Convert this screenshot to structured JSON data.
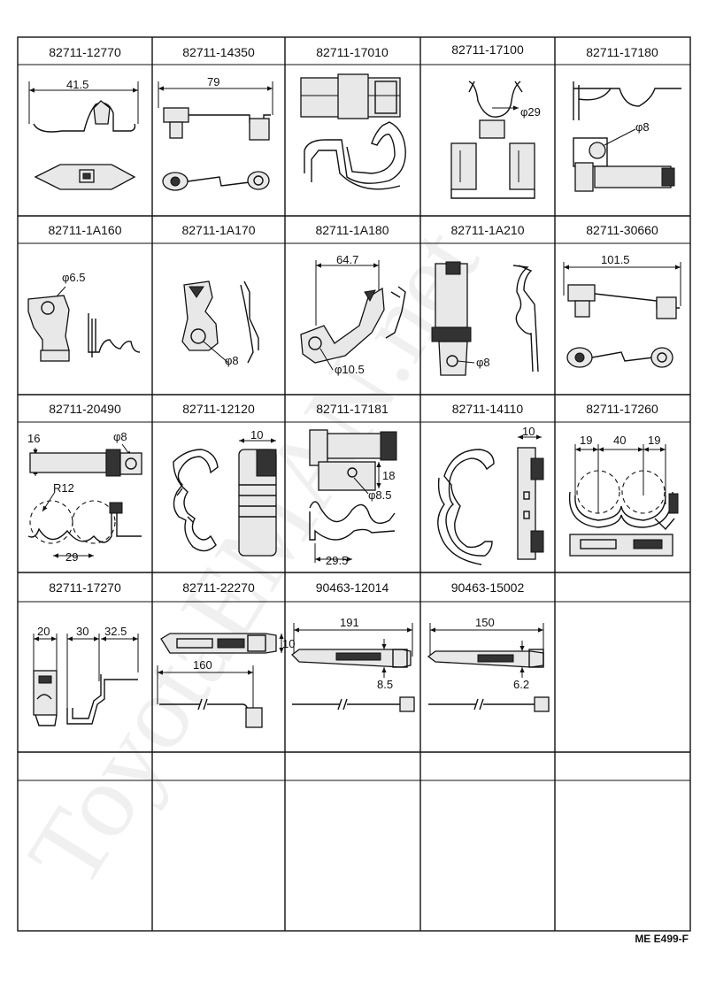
{
  "watermark": "ToyotaEMAN.net",
  "diagram_code": "ME  E499-F",
  "cells": [
    {
      "part": "82711-12770",
      "dims": [
        "41.5"
      ]
    },
    {
      "part": "82711-14350",
      "dims": [
        "79"
      ]
    },
    {
      "part": "82711-17010",
      "dims": []
    },
    {
      "part": "82711-17100",
      "dims": [
        "φ29"
      ]
    },
    {
      "part": "82711-17180",
      "dims": [
        "φ8"
      ]
    },
    {
      "part": "82711-1A160",
      "dims": [
        "φ6.5"
      ]
    },
    {
      "part": "82711-1A170",
      "dims": [
        "φ8"
      ]
    },
    {
      "part": "82711-1A180",
      "dims": [
        "64.7",
        "φ10.5"
      ]
    },
    {
      "part": "82711-1A210",
      "dims": [
        "φ8"
      ]
    },
    {
      "part": "82711-30660",
      "dims": [
        "101.5"
      ]
    },
    {
      "part": "82711-20490",
      "dims": [
        "16",
        "φ8",
        "R12",
        "29"
      ]
    },
    {
      "part": "82711-12120",
      "dims": [
        "10"
      ]
    },
    {
      "part": "82711-17181",
      "dims": [
        "18",
        "φ8.5",
        "29.5"
      ]
    },
    {
      "part": "82711-14110",
      "dims": [
        "10"
      ]
    },
    {
      "part": "82711-17260",
      "dims": [
        "19",
        "40",
        "19"
      ]
    },
    {
      "part": "82711-17270",
      "dims": [
        "20",
        "30",
        "32.5"
      ]
    },
    {
      "part": "82711-22270",
      "dims": [
        "10",
        "160"
      ]
    },
    {
      "part": "90463-12014",
      "dims": [
        "191",
        "8.5"
      ]
    },
    {
      "part": "90463-15002",
      "dims": [
        "150",
        "6.2"
      ]
    },
    {
      "part": "",
      "dims": []
    },
    {
      "part": "",
      "dims": []
    },
    {
      "part": "",
      "dims": []
    },
    {
      "part": "",
      "dims": []
    },
    {
      "part": "",
      "dims": []
    },
    {
      "part": "",
      "dims": []
    }
  ]
}
